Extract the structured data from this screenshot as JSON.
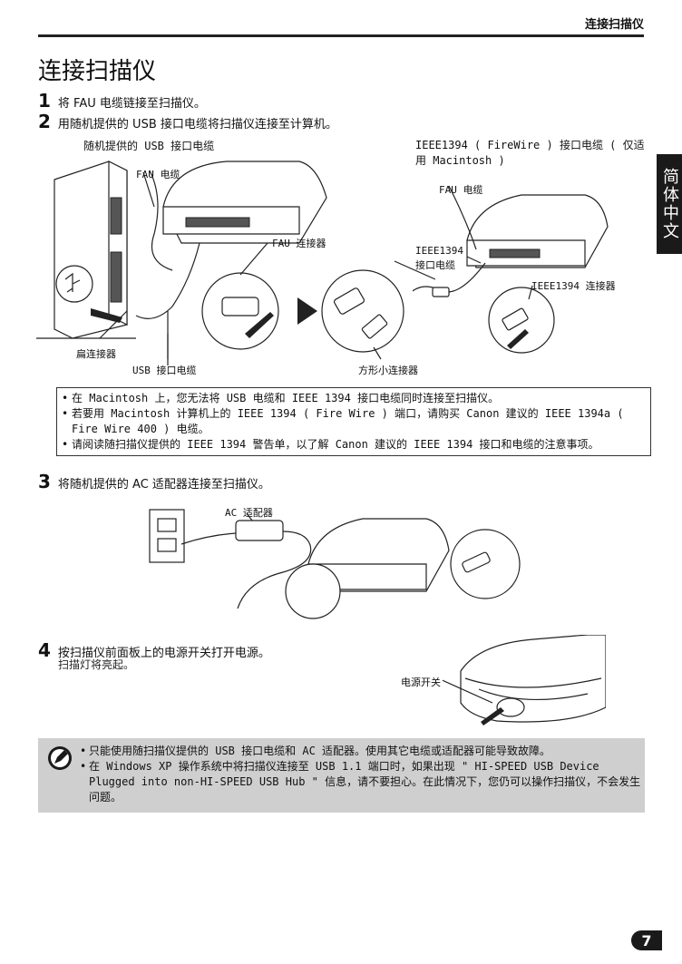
{
  "header": {
    "section": "连接扫描仪"
  },
  "side_tab": {
    "label": "简体中文"
  },
  "page": {
    "title": "连接扫描仪",
    "number": "7"
  },
  "steps": [
    {
      "num": "1",
      "text": "将 FAU 电缆链接至扫描仪。"
    },
    {
      "num": "2",
      "text": "用随机提供的 USB 接口电缆将扫描仪连接至计算机。"
    },
    {
      "num": "3",
      "text": "将随机提供的 AC 适配器连接至扫描仪。"
    },
    {
      "num": "4",
      "text": "按扫描仪前面板上的电源开关打开电源。",
      "sub": "扫描灯将亮起。"
    }
  ],
  "figure_usb": {
    "caption": "随机提供的 USB 接口电缆",
    "labels": {
      "fau_cable": "FAU 电缆",
      "fau_connector": "FAU 连接器",
      "flat_connector": "扁连接器",
      "usb_cable": "USB 接口电缆",
      "square_connector": "方形小连接器"
    }
  },
  "figure_ieee": {
    "caption": "IEEE1394 ( FireWire ) 接口电缆 ( 仅适用 Macintosh )",
    "labels": {
      "fau_cable": "FAU 电缆",
      "ieee_cable_line1": "IEEE1394",
      "ieee_cable_line2": "接口电缆",
      "ieee_connector": "IEEE1394 连接器"
    }
  },
  "notes": [
    "在 Macintosh 上，您无法将 USB 电缆和 IEEE 1394 接口电缆同时连接至扫描仪。",
    "若要用 Macintosh 计算机上的 IEEE 1394 ( Fire Wire ) 端口，请购买 Canon 建议的 IEEE 1394a ( Fire Wire 400 ) 电缆。",
    "请阅读随扫描仪提供的 IEEE 1394 警告单，以了解 Canon 建议的 IEEE 1394 接口和电缆的注意事项。"
  ],
  "figure_ac": {
    "labels": {
      "ac_adapter": "AC 适配器"
    }
  },
  "figure_power": {
    "labels": {
      "power_switch": "电源开关"
    }
  },
  "caution": [
    "只能使用随扫描仪提供的 USB 接口电缆和 AC 适配器。使用其它电缆或适配器可能导致故障。",
    "在 Windows XP 操作系统中将扫描仪连接至 USB 1.1 端口时，如果出现 \" HI-SPEED USB Device Plugged into non-HI-SPEED USB Hub \" 信息，请不要担心。在此情况下，您仍可以操作扫描仪，不会发生问题。"
  ]
}
